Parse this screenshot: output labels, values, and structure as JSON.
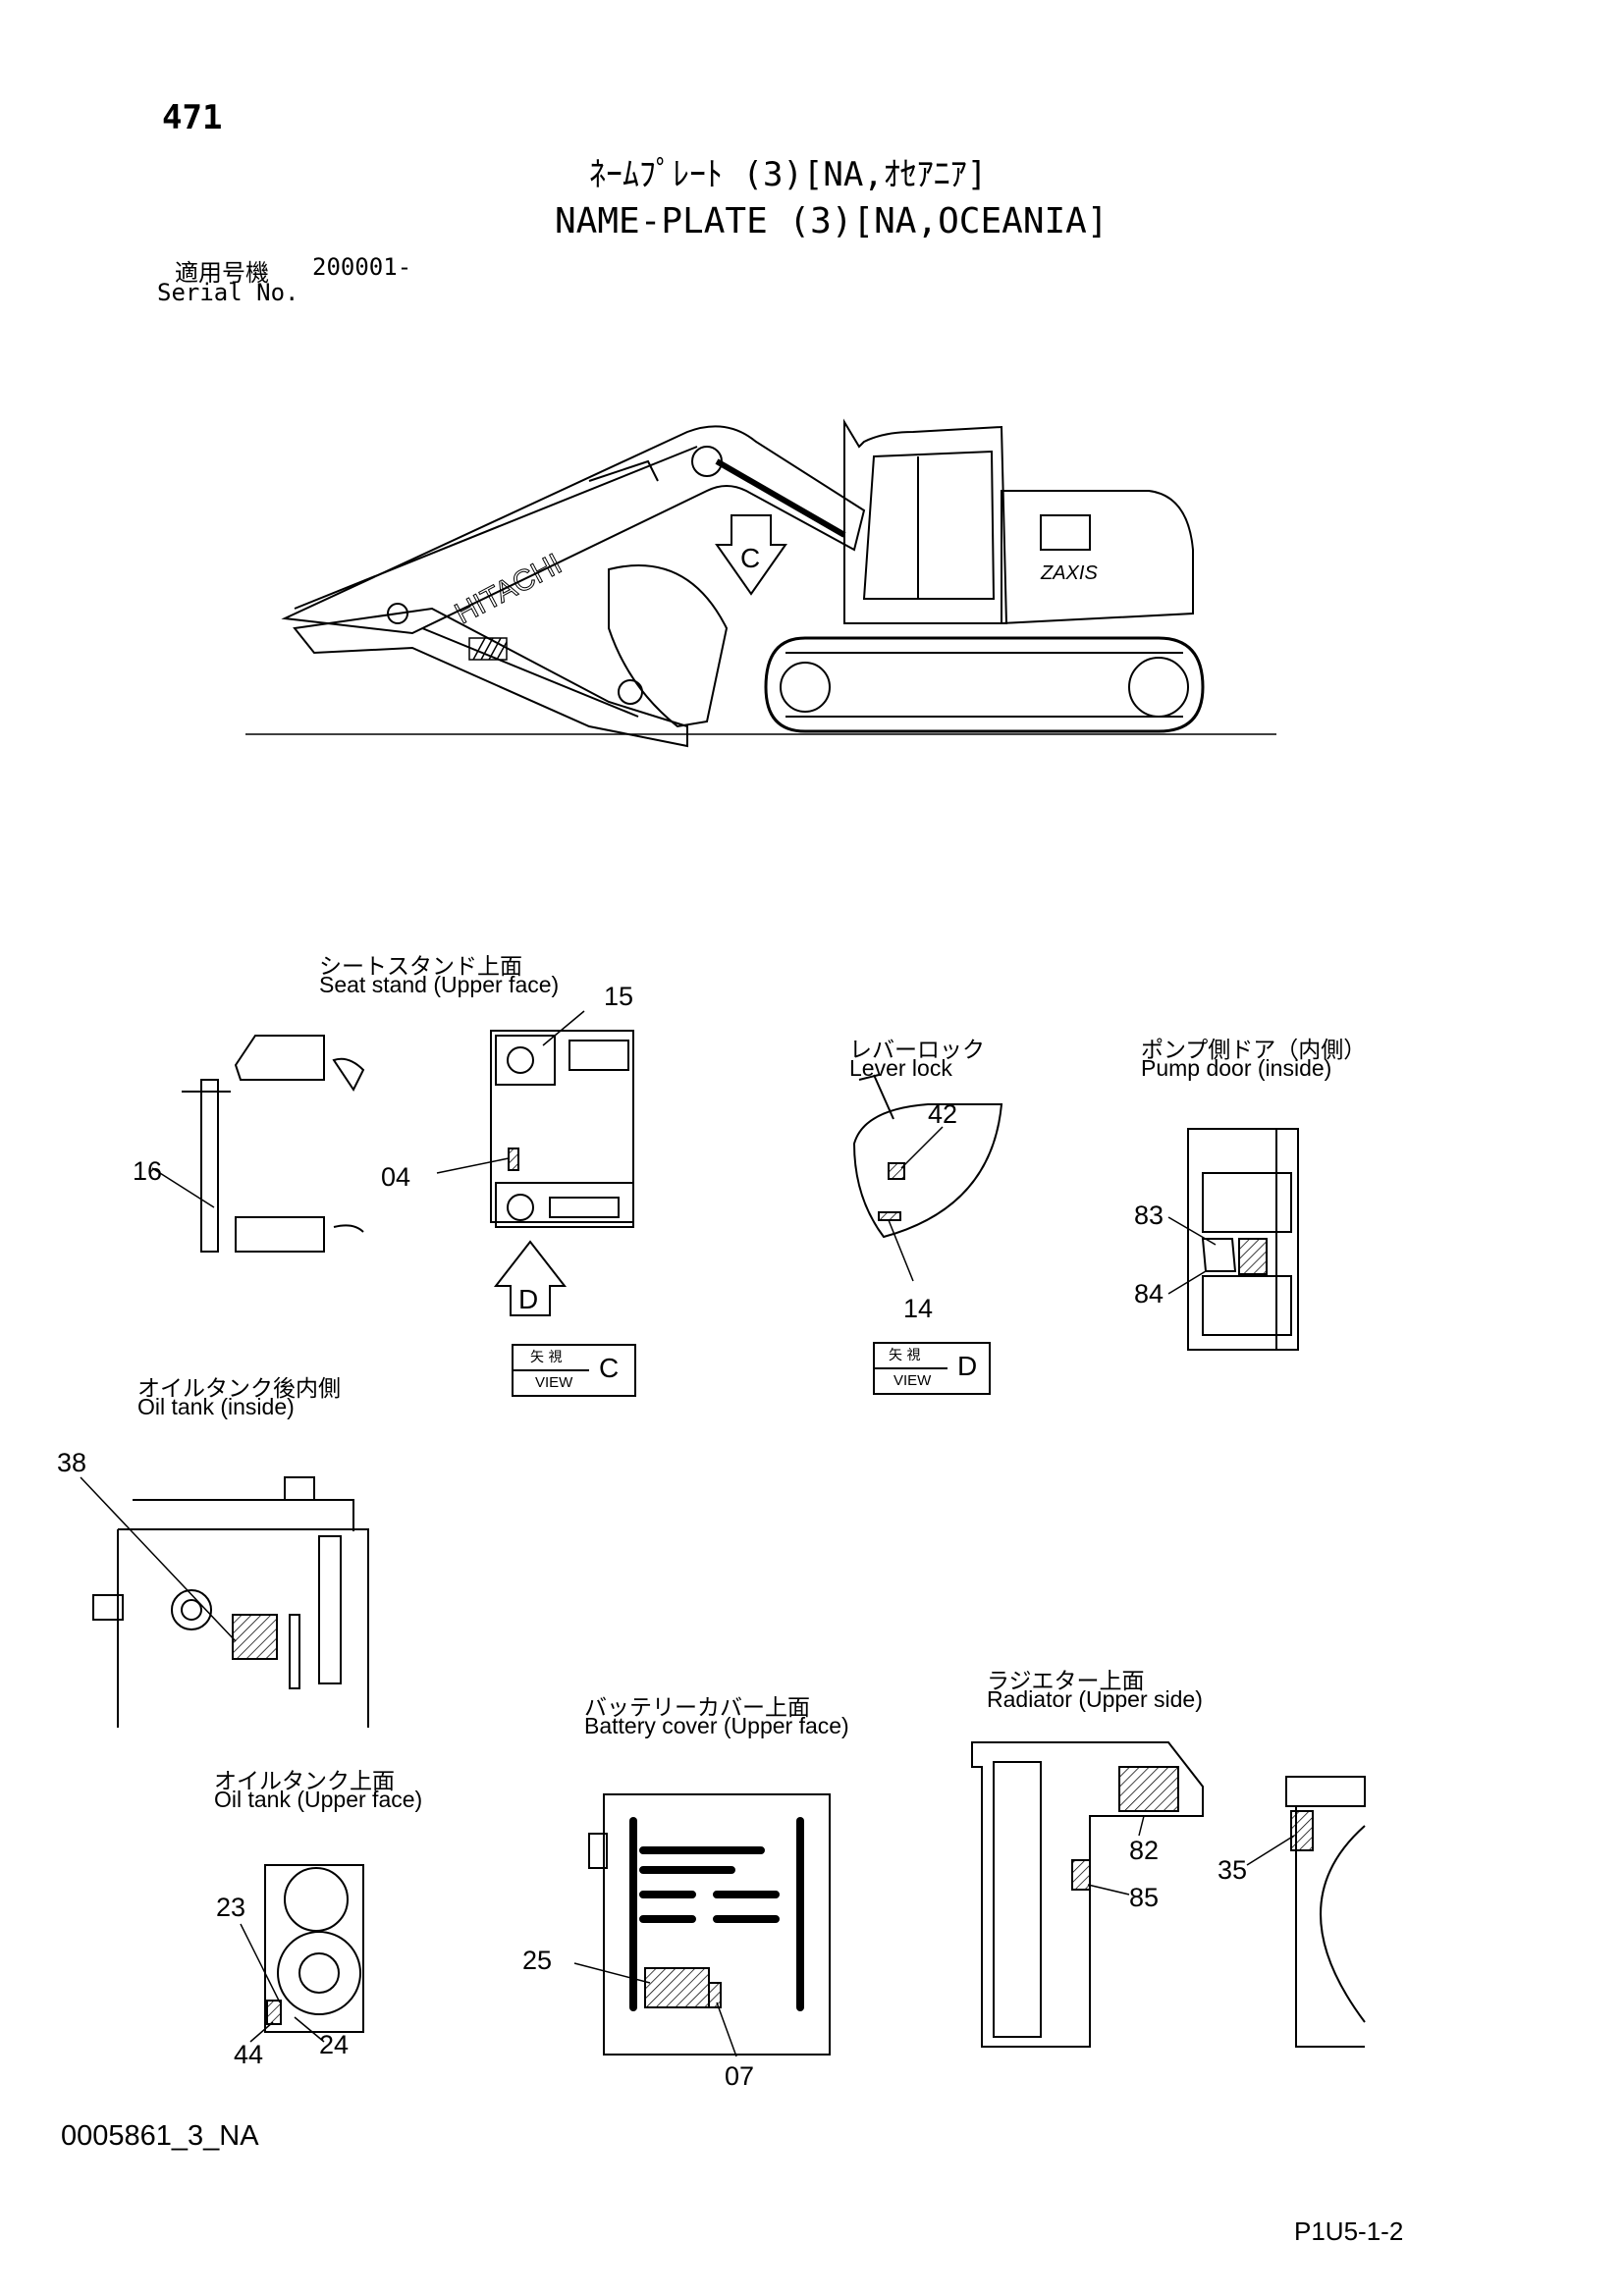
{
  "page_number": "471",
  "title_jp": "ﾈｰﾑﾌﾟﾚｰﾄ (3)[NA,ｵｾｱﾆｱ]",
  "title_en": "NAME-PLATE (3)[NA,OCEANIA]",
  "serial_jp": "適用号機",
  "serial_value": "200001-",
  "serial_en": "Serial No.",
  "machine": {
    "brand": "HITACHI",
    "model": "ZAXIS",
    "view_arrow": "C"
  },
  "views": {
    "seat_stand": {
      "jp": "シートスタンド上面",
      "en": "Seat stand (Upper face)"
    },
    "lever_lock": {
      "jp": "レバーロック",
      "en": "Lever lock"
    },
    "pump_door": {
      "jp": "ポンプ側ドア（内側）",
      "en": "Pump door (inside)"
    },
    "oil_tank_inside": {
      "jp": "オイルタンク後内側",
      "en": "Oil tank (inside)"
    },
    "battery_cover": {
      "jp": "バッテリーカバー上面",
      "en": "Battery cover (Upper face)"
    },
    "radiator": {
      "jp": "ラジエター上面",
      "en": "Radiator (Upper side)"
    },
    "oil_tank_upper": {
      "jp": "オイルタンク上面",
      "en": "Oil tank (Upper face)"
    }
  },
  "view_box_c": {
    "jp": "矢 視",
    "en": "VIEW",
    "letter": "C"
  },
  "view_box_d": {
    "jp": "矢 視",
    "en": "VIEW",
    "letter": "D"
  },
  "arrow_d": "D",
  "callouts": {
    "n15": "15",
    "n16": "16",
    "n04": "04",
    "n42": "42",
    "n14": "14",
    "n83": "83",
    "n84": "84",
    "n38": "38",
    "n23": "23",
    "n24": "24",
    "n44": "44",
    "n25": "25",
    "n07": "07",
    "n82": "82",
    "n85": "85",
    "n35": "35"
  },
  "doc_id": "0005861_3_NA",
  "page_code": "P1U5-1-2"
}
